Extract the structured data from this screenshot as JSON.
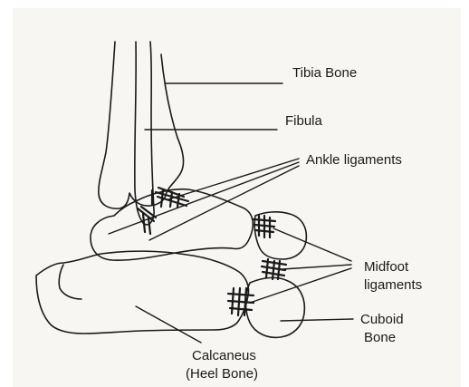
{
  "labels": {
    "tibia": "Tibia Bone",
    "fibula": "Fibula",
    "ankle_ligaments": "Ankle ligaments",
    "midfoot_line1": "Midfoot",
    "midfoot_line2": "ligaments",
    "cuboid_line1": "Cuboid",
    "cuboid_line2": "Bone",
    "calcaneus_line1": "Calcaneus",
    "calcaneus_line2": "(Heel Bone)"
  },
  "colors": {
    "ink": "#1a1a1a",
    "paper": "#f7f6f3"
  }
}
